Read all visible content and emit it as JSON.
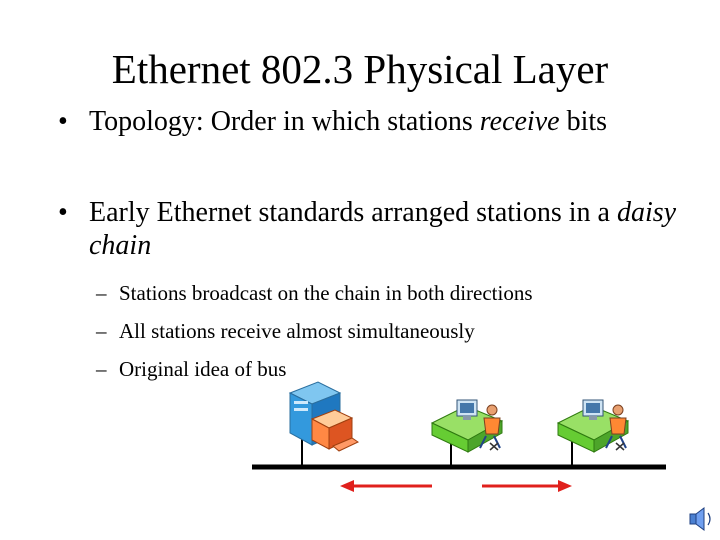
{
  "slide": {
    "title": "Ethernet 802.3 Physical Layer",
    "bullets": [
      {
        "mark": "•",
        "text_a": "Topology: Order in which stations ",
        "text_em": "receive",
        "text_b": " bits"
      },
      {
        "mark": "•",
        "text_a": "Early Ethernet standards arranged stations in a ",
        "text_em": "daisy chain",
        "text_b": ""
      }
    ],
    "sub_bullets": [
      {
        "mark": "–",
        "text": "Stations broadcast on the chain in both directions"
      },
      {
        "mark": "–",
        "text": "All stations receive almost simultaneously"
      },
      {
        "mark": "–",
        "text": "Original idea of bus"
      }
    ]
  },
  "diagram": {
    "bus_color": "#000000",
    "arrow_color": "#e0201c",
    "desk_color": "#66cc33",
    "server_color": "#3399dd",
    "stations": [
      {
        "icon": "server-computer-icon"
      },
      {
        "icon": "workstation-desk-icon"
      },
      {
        "icon": "workstation-desk-icon"
      }
    ],
    "arrows": [
      "left-arrow",
      "right-arrow"
    ],
    "speaker_icon": "speaker-icon"
  }
}
